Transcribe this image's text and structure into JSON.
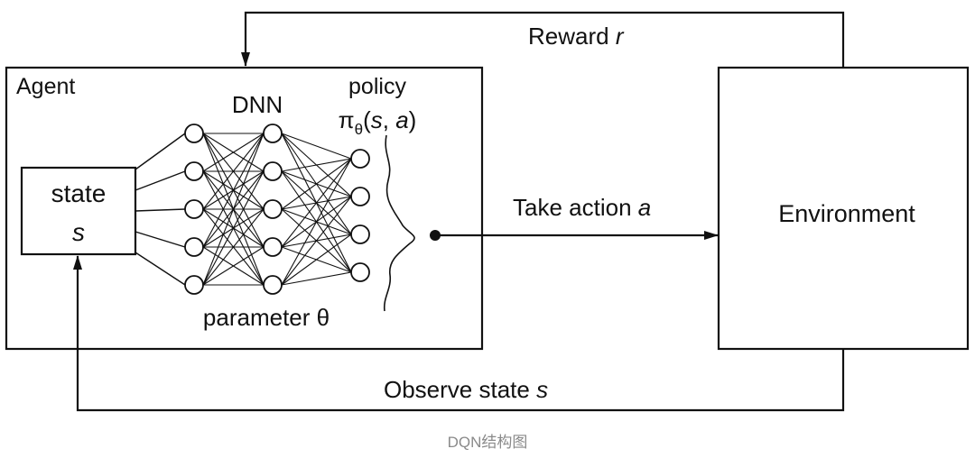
{
  "diagram": {
    "agent_label": "Agent",
    "dnn_label": "DNN",
    "policy_label": "policy",
    "policy_formula": {
      "pi": "π",
      "sub": "θ",
      "open": "(",
      "s": "s",
      "comma": ", ",
      "a": "a",
      "close": ")"
    },
    "state_label": "state",
    "state_symbol": "s",
    "parameter_label": "parameter θ",
    "environment_label": "Environment",
    "reward_label": "Reward ",
    "reward_symbol": "r",
    "action_label": "Take action ",
    "action_symbol": "a",
    "observe_label": "Observe state ",
    "observe_symbol": "s",
    "network_layers": [
      5,
      5,
      4
    ]
  },
  "caption": "DQN结构图",
  "colors": {
    "line": "#111111",
    "caption": "#8a8a8a",
    "background": "#ffffff"
  }
}
